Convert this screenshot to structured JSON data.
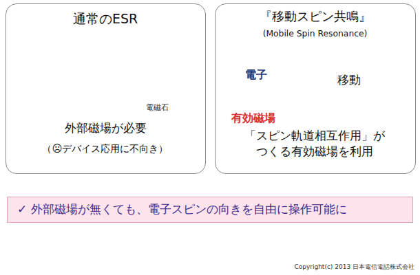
{
  "diagram": {
    "nodes": [
      {
        "text": [
          "通常のESR",
          "外部磁場が必要",
          "（☹デバイス応用に不向き）"
        ]
      },
      {
        "text": [
          "『移動スピン共鳴』",
          "(Mobile Spin Resonance)",
          "「スピン軌道相互作用」が つくる有効磁場を利用"
        ]
      },
      {
        "text": [
          "✓ 外部磁場が無くても、電子スピンの向きを自由に操作可能に"
        ]
      }
    ],
    "edges": [],
    "labels": [
      "電磁石",
      "電子",
      "移動",
      "有効磁場",
      "Copyright(c) 2013 日本電信電話株式会社"
    ]
  }
}
